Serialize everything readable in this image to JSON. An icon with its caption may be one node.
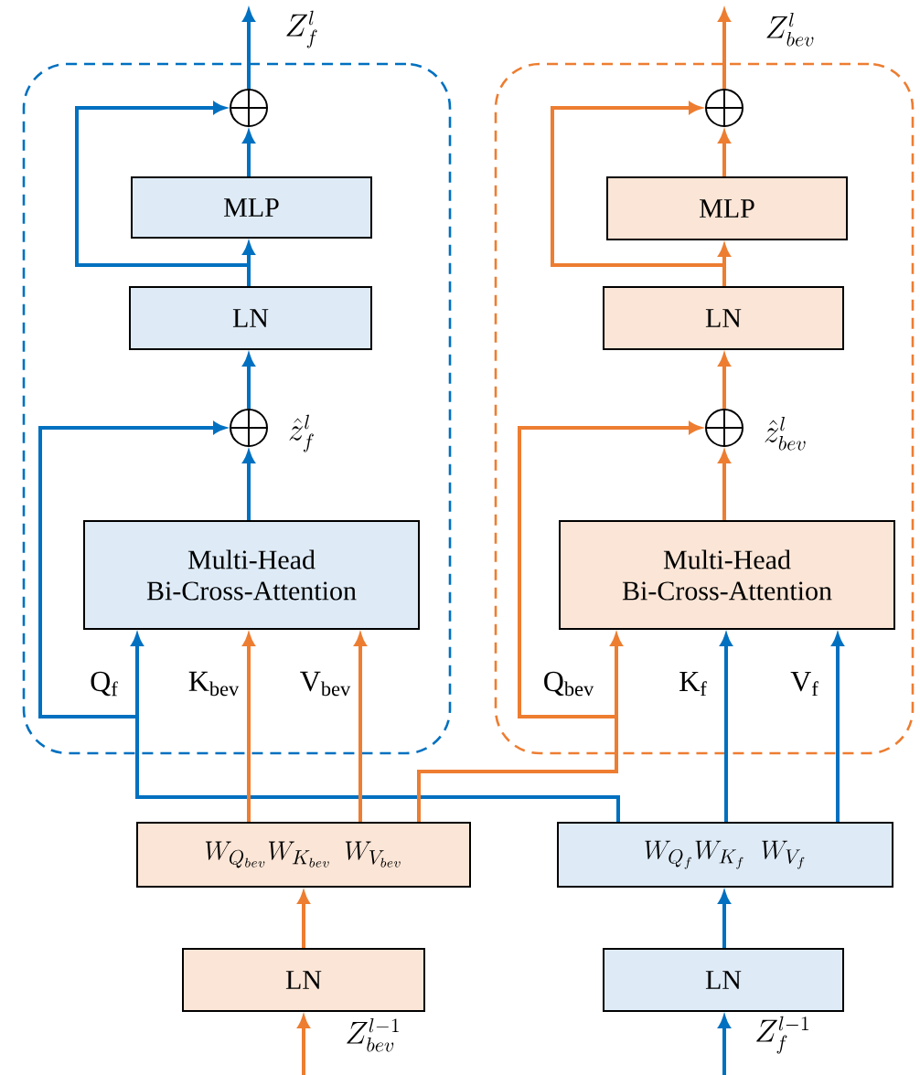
{
  "diagram": {
    "nodes": [
      {
        "text": [],
        "shape": "box"
      },
      {
        "text": [],
        "shape": "circle",
        "in": 0
      },
      {
        "text": [
          "MLP"
        ],
        "in": 0
      },
      {
        "text": [
          "LN"
        ],
        "in": 0
      },
      {
        "text": [],
        "shape": "circle",
        "in": 0,
        "beside": [
          "\\hat{z}_{f}^{l}"
        ]
      },
      {
        "text": [
          "Multi-Head Bi-Cross-Attention"
        ],
        "in": 0
      },
      {
        "text": [],
        "shape": "box"
      },
      {
        "text": [],
        "shape": "circle",
        "in": 6
      },
      {
        "text": [
          "MLP"
        ],
        "in": 6
      },
      {
        "text": [
          "LN"
        ],
        "in": 6
      },
      {
        "text": [],
        "shape": "circle",
        "in": 6,
        "beside": [
          "\\hat{z}_{bev}^{l}"
        ]
      },
      {
        "text": [
          "Multi-Head Bi-Cross-Attention"
        ],
        "in": 6
      },
      {
        "text": [
          "W_{Q_{bev}}W_{K_{bev}}\\;W_{V_{bev}}"
        ]
      },
      {
        "text": [
          "LN"
        ]
      },
      {
        "text": [
          "W_{Q_{f}}W_{K_{f}}\\;W_{V_{f}}"
        ]
      },
      {
        "text": [
          "LN"
        ]
      }
    ],
    "edges": [
      {
        "from": 1,
        "to": null,
        "arrow": "to",
        "label": "Z_{f}^{l}",
        "color": "#0070c0"
      },
      {
        "from": 2,
        "to": 1,
        "arrow": "to",
        "color": "#0070c0"
      },
      {
        "from": 3,
        "to": 1,
        "arrow": "to",
        "color": "#0070c0"
      },
      {
        "from": 3,
        "to": 2,
        "arrow": "to",
        "color": "#0070c0"
      },
      {
        "from": 4,
        "to": 3,
        "arrow": "to",
        "color": "#0070c0"
      },
      {
        "from": 5,
        "to": 4,
        "arrow": "to",
        "color": "#0070c0"
      },
      {
        "from": 14,
        "to": 5,
        "arrow": "to",
        "label": "\\mathrm{Q}_{\\mathrm{f}}",
        "color": "#0070c0"
      },
      {
        "from": 14,
        "to": 4,
        "arrow": "to",
        "color": "#0070c0"
      },
      {
        "from": 12,
        "to": 5,
        "arrow": "to",
        "label": "\\mathrm{K}_{\\mathrm{bev}}",
        "color": "#ed7d31"
      },
      {
        "from": 12,
        "to": 5,
        "arrow": "to",
        "label": "\\mathrm{V}_{\\mathrm{bev}}",
        "color": "#ed7d31"
      },
      {
        "from": 7,
        "to": null,
        "arrow": "to",
        "label": "Z_{bev}^{l}",
        "color": "#ed7d31"
      },
      {
        "from": 8,
        "to": 7,
        "arrow": "to",
        "color": "#ed7d31"
      },
      {
        "from": 9,
        "to": 7,
        "arrow": "to",
        "color": "#ed7d31"
      },
      {
        "from": 9,
        "to": 8,
        "arrow": "to",
        "color": "#ed7d31"
      },
      {
        "from": 10,
        "to": 9,
        "arrow": "to",
        "color": "#ed7d31"
      },
      {
        "from": 11,
        "to": 10,
        "arrow": "to",
        "color": "#ed7d31"
      },
      {
        "from": 12,
        "to": 11,
        "arrow": "to",
        "label": "\\mathrm{Q}_{\\mathrm{bev}}",
        "color": "#ed7d31"
      },
      {
        "from": 12,
        "to": 10,
        "arrow": "to",
        "color": "#ed7d31"
      },
      {
        "from": 14,
        "to": 11,
        "arrow": "to",
        "label": "\\mathrm{K}_{\\mathrm{f}}",
        "color": "#0070c0"
      },
      {
        "from": 14,
        "to": 11,
        "arrow": "to",
        "label": "\\mathrm{V}_{\\mathrm{f}}",
        "color": "#0070c0"
      },
      {
        "from": 13,
        "to": 12,
        "arrow": "to",
        "color": "#ed7d31"
      },
      {
        "from": null,
        "to": 13,
        "arrow": "to",
        "label": "Z_{bev}^{l-1}",
        "color": "#ed7d31"
      },
      {
        "from": 15,
        "to": 14,
        "arrow": "to",
        "color": "#0070c0"
      },
      {
        "from": null,
        "to": 15,
        "arrow": "to",
        "label": "Z_{f}^{l-1}",
        "color": "#0070c0"
      }
    ]
  }
}
